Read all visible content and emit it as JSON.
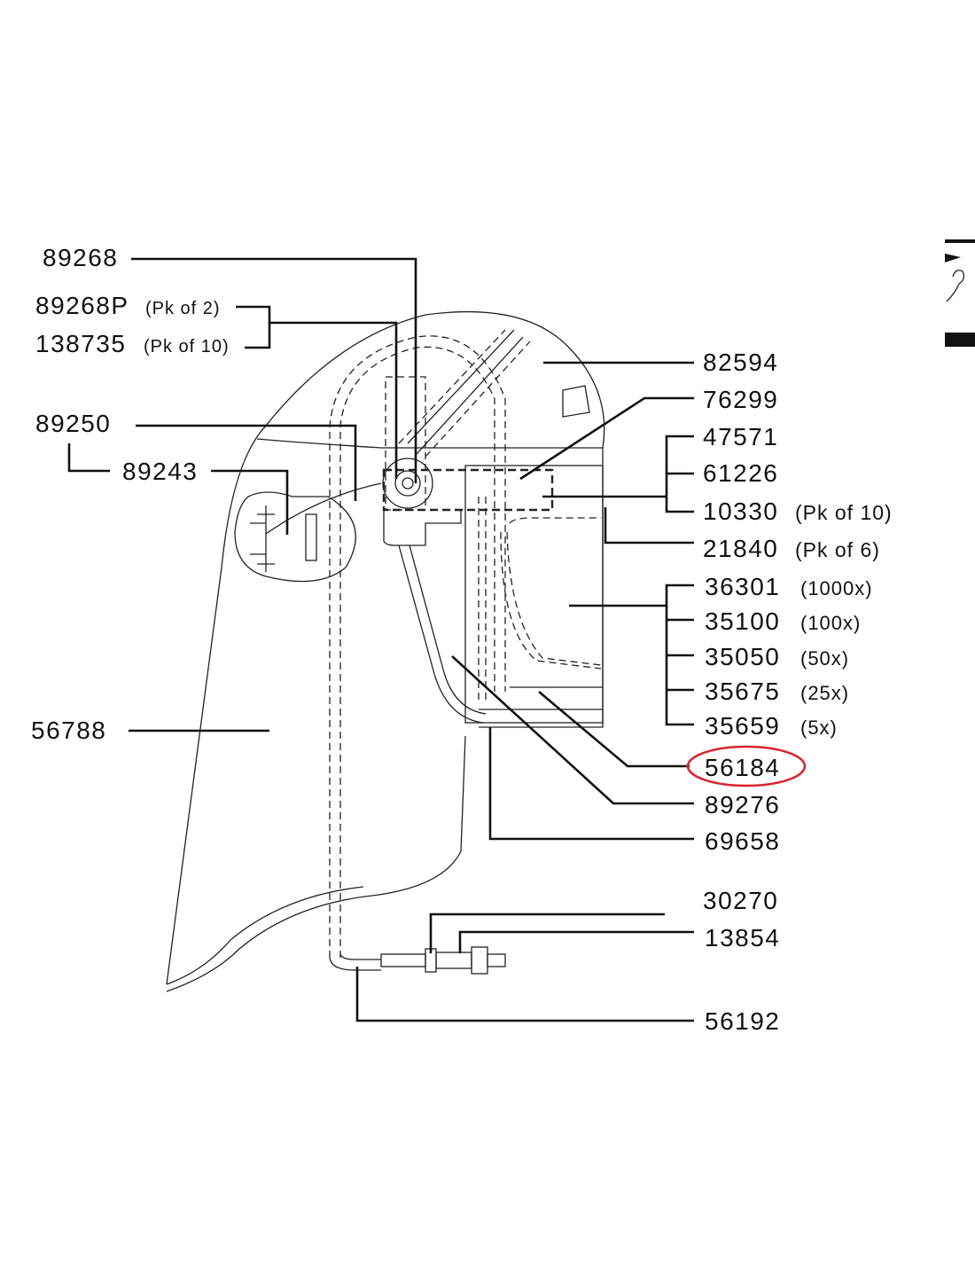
{
  "diagram": {
    "labels": {
      "p89268": "89268",
      "p89268P": "89268P",
      "p89268P_note": "(Pk of 2)",
      "p138735": "138735",
      "p138735_note": "(Pk of 10)",
      "p89250": "89250",
      "p89243": "89243",
      "p56788": "56788",
      "p82594": "82594",
      "p76299": "76299",
      "p47571": "47571",
      "p61226": "61226",
      "p10330": "10330",
      "p10330_note": "(Pk of 10)",
      "p21840": "21840",
      "p21840_note": "(Pk of 6)",
      "p36301": "36301",
      "p36301_note": "(1000x)",
      "p35100": "35100",
      "p35100_note": "(100x)",
      "p35050": "35050",
      "p35050_note": "(50x)",
      "p35675": "35675",
      "p35675_note": "(25x)",
      "p35659": "35659",
      "p35659_note": "(5x)",
      "p56184": "56184",
      "p89276": "89276",
      "p69658": "69658",
      "p30270": "30270",
      "p13854": "13854",
      "p56192": "56192"
    },
    "highlight_color": "#d9252f",
    "highlighted_part": "56184"
  }
}
